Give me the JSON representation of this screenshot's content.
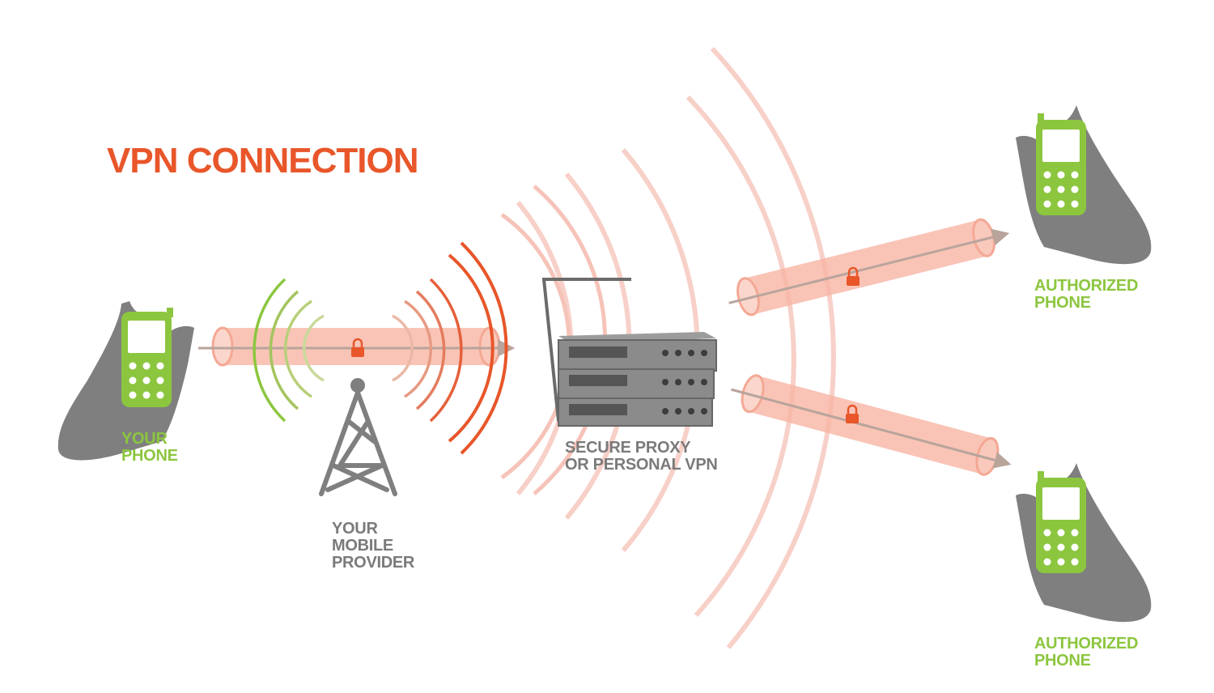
{
  "title": "VPN CONNECTION",
  "labels": {
    "your_phone": [
      "YOUR",
      "PHONE"
    ],
    "mobile_provider": [
      "YOUR",
      "MOBILE",
      "PROVIDER"
    ],
    "proxy": [
      "SECURE PROXY",
      "OR PERSONAL VPN"
    ],
    "authorized_top": [
      "AUTHORIZED",
      "PHONE"
    ],
    "authorized_bottom": [
      "AUTHORIZED",
      "PHONE"
    ]
  },
  "colors": {
    "title": "#e8562a",
    "phone_green": "#8cc63f",
    "hand_gray": "#7f7f7f",
    "tunnel": "#f7b5a4",
    "wave_red": "#e8562a",
    "wave_light": "#f6c3b8"
  },
  "icons": [
    "phone-in-hand-icon",
    "cell-tower-icon",
    "server-stack-icon",
    "lock-icon",
    "signal-waves-icon"
  ]
}
